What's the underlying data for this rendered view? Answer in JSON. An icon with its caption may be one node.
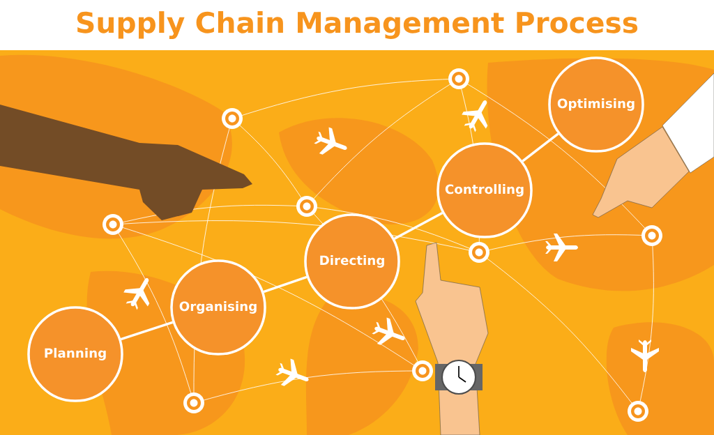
{
  "diagram": {
    "title": "Supply Chain Management Process",
    "nodes": [
      {
        "text": [
          "Planning"
        ]
      },
      {
        "text": [
          "Organising"
        ]
      },
      {
        "text": [
          "Directing"
        ]
      },
      {
        "text": [
          "Controlling"
        ]
      },
      {
        "text": [
          "Optimising"
        ]
      }
    ],
    "edges": [
      {
        "from": 0,
        "to": 1,
        "arrow": "none"
      },
      {
        "from": 1,
        "to": 2,
        "arrow": "none"
      },
      {
        "from": 2,
        "to": 3,
        "arrow": "none"
      },
      {
        "from": 3,
        "to": 4,
        "arrow": "none"
      }
    ]
  }
}
